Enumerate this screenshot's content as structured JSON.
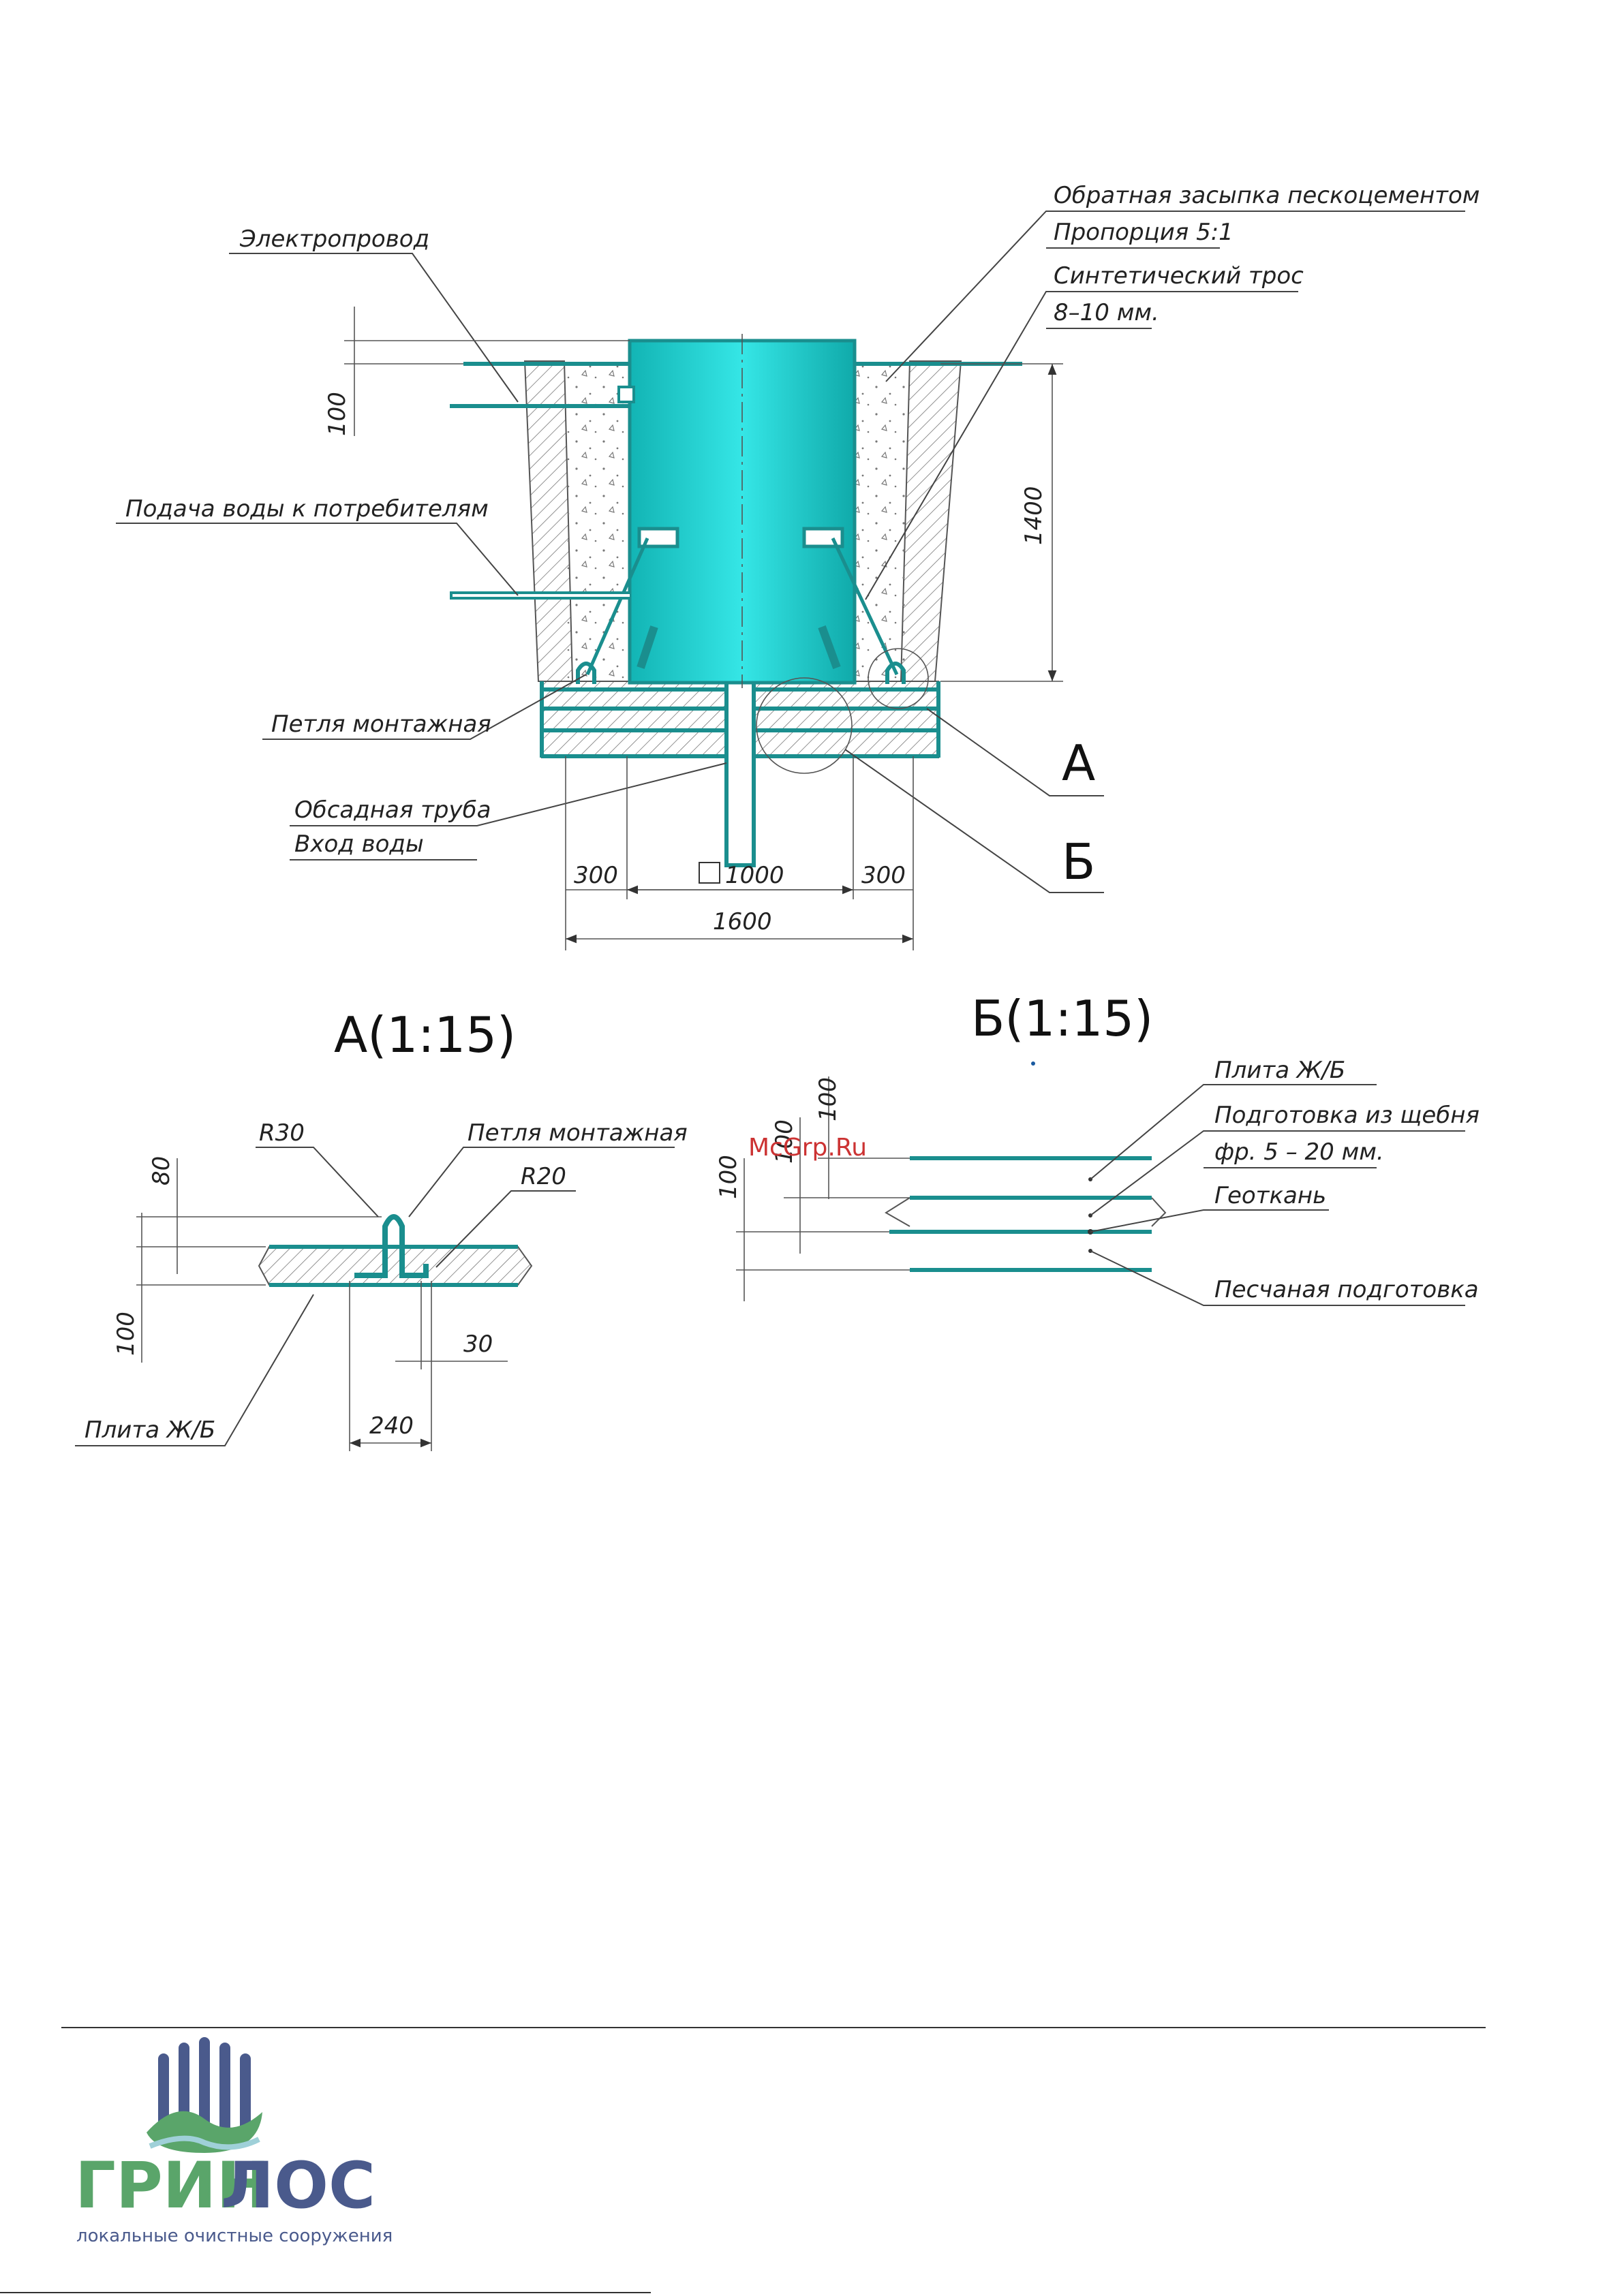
{
  "colors": {
    "accent": "#1a8e8e",
    "tank_light": "#33e0e0",
    "tank_dark": "#12b4b4",
    "brand_blue": "#4a5a8c",
    "brand_green": "#5aa56a",
    "watermark": "#cc3333"
  },
  "main_view": {
    "labels": {
      "electric_wire": "Электропровод",
      "water_supply": "Подача воды к потребителям",
      "mounting_loop": "Петля монтажная",
      "casing_pipe": "Обсадная труба",
      "water_inlet": "Вход воды",
      "backfill": "Обратная засыпка пескоцементом",
      "proportion": "Пропорция 5:1",
      "synthetic_cable": "Синтетический трос",
      "cable_size": "8–10 мм."
    },
    "dimensions": {
      "top_offset": "100",
      "height": "1400",
      "side_left": "300",
      "center": "1000",
      "side_right": "300",
      "total": "1600"
    },
    "callouts": {
      "a": "А",
      "b": "Б"
    }
  },
  "detail_a": {
    "title": "А(1:15)",
    "labels": {
      "r30": "R30",
      "mounting_loop": "Петля монтажная",
      "r20": "R20",
      "slab": "Плита Ж/Б"
    },
    "dimensions": {
      "d80": "80",
      "d100": "100",
      "d30": "30",
      "d240": "240"
    }
  },
  "detail_b": {
    "title": "Б(1:15)",
    "labels": {
      "slab": "Плита Ж/Б",
      "gravel": "Подготовка из щебня",
      "fraction": "фр. 5 – 20 мм.",
      "geotextile": "Геоткань",
      "sand": "Песчаная подготовка"
    },
    "dimensions": {
      "d100_top": "100",
      "d100_mid": "100",
      "d100_low": "100"
    }
  },
  "watermark": "McGrp.Ru",
  "brand": {
    "name_part1": "ГРИН",
    "name_part2": "ЛОС",
    "tagline": "локальные очистные сооружения"
  }
}
